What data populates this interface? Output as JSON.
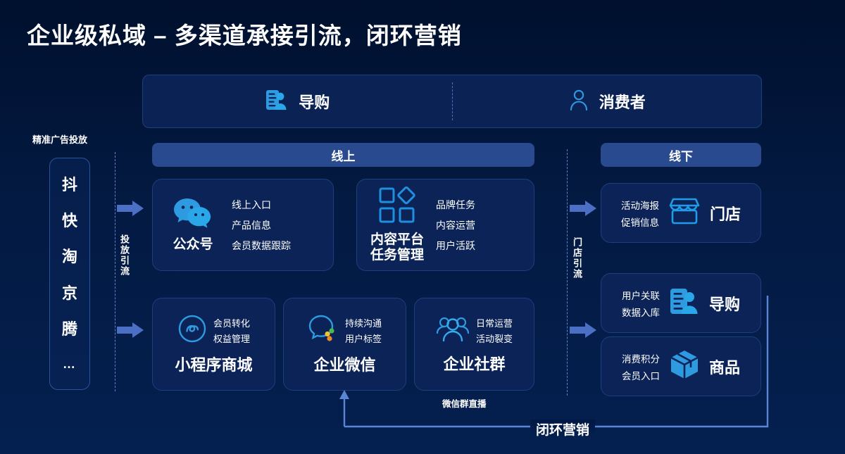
{
  "title": "企业级私域 – 多渠道承接引流，闭环营销",
  "roles": [
    {
      "icon": "id-card-person-icon",
      "label": "导购"
    },
    {
      "icon": "person-outline-icon",
      "label": "消费者"
    }
  ],
  "left_column": {
    "caption": "精准广告投放",
    "sources": [
      "抖",
      "快",
      "淘",
      "京",
      "腾",
      "…"
    ],
    "flow_label": "投放引流"
  },
  "right_flow": {
    "flow_label": "门店引流"
  },
  "sections": {
    "online": "线上",
    "offline": "线下"
  },
  "online_top_cards": [
    {
      "icon": "wechat-bubbles-icon",
      "name": "公众号",
      "features": [
        "线上入口",
        "产品信息",
        "会员数据跟踪"
      ]
    },
    {
      "icon": "shapes-grid-icon",
      "name": "内容平台\n任务管理",
      "name_line1": "内容平台",
      "name_line2": "任务管理",
      "features": [
        "品牌任务",
        "内容运营",
        "用户活跃"
      ]
    }
  ],
  "online_bottom_cards": [
    {
      "icon": "mini-program-icon",
      "lines": [
        "会员转化",
        "权益管理"
      ],
      "name": "小程序商城"
    },
    {
      "icon": "wecom-bubble-icon",
      "lines": [
        "持续沟通",
        "用户标签"
      ],
      "name": "企业微信"
    },
    {
      "icon": "user-group-icon",
      "lines": [
        "日常运营",
        "活动裂变"
      ],
      "name": "企业社群"
    }
  ],
  "offline_cards": [
    {
      "icon": "storefront-icon",
      "lines": [
        "活动海报",
        "促销信息"
      ],
      "name": "门店"
    },
    {
      "icon": "id-card-person-icon",
      "lines": [
        "用户关联",
        "数据入库"
      ],
      "name": "导购"
    },
    {
      "icon": "package-box-icon",
      "lines": [
        "消费积分",
        "会员入口"
      ],
      "name": "商品"
    }
  ],
  "loop": {
    "note": "微信群直播",
    "label": "闭环营销"
  },
  "colors": {
    "background": "#031a42",
    "card": "#0b2356",
    "card_border": "#1d3f7e",
    "section_header": "#2a4a8f",
    "accent_icon": "#2e9ae0",
    "accent_icon_light": "#29a7e8",
    "arrow": "#4a6fc4",
    "loop_line": "#5b84d6",
    "dashed": "#5b82cb",
    "text": "#ffffff"
  }
}
